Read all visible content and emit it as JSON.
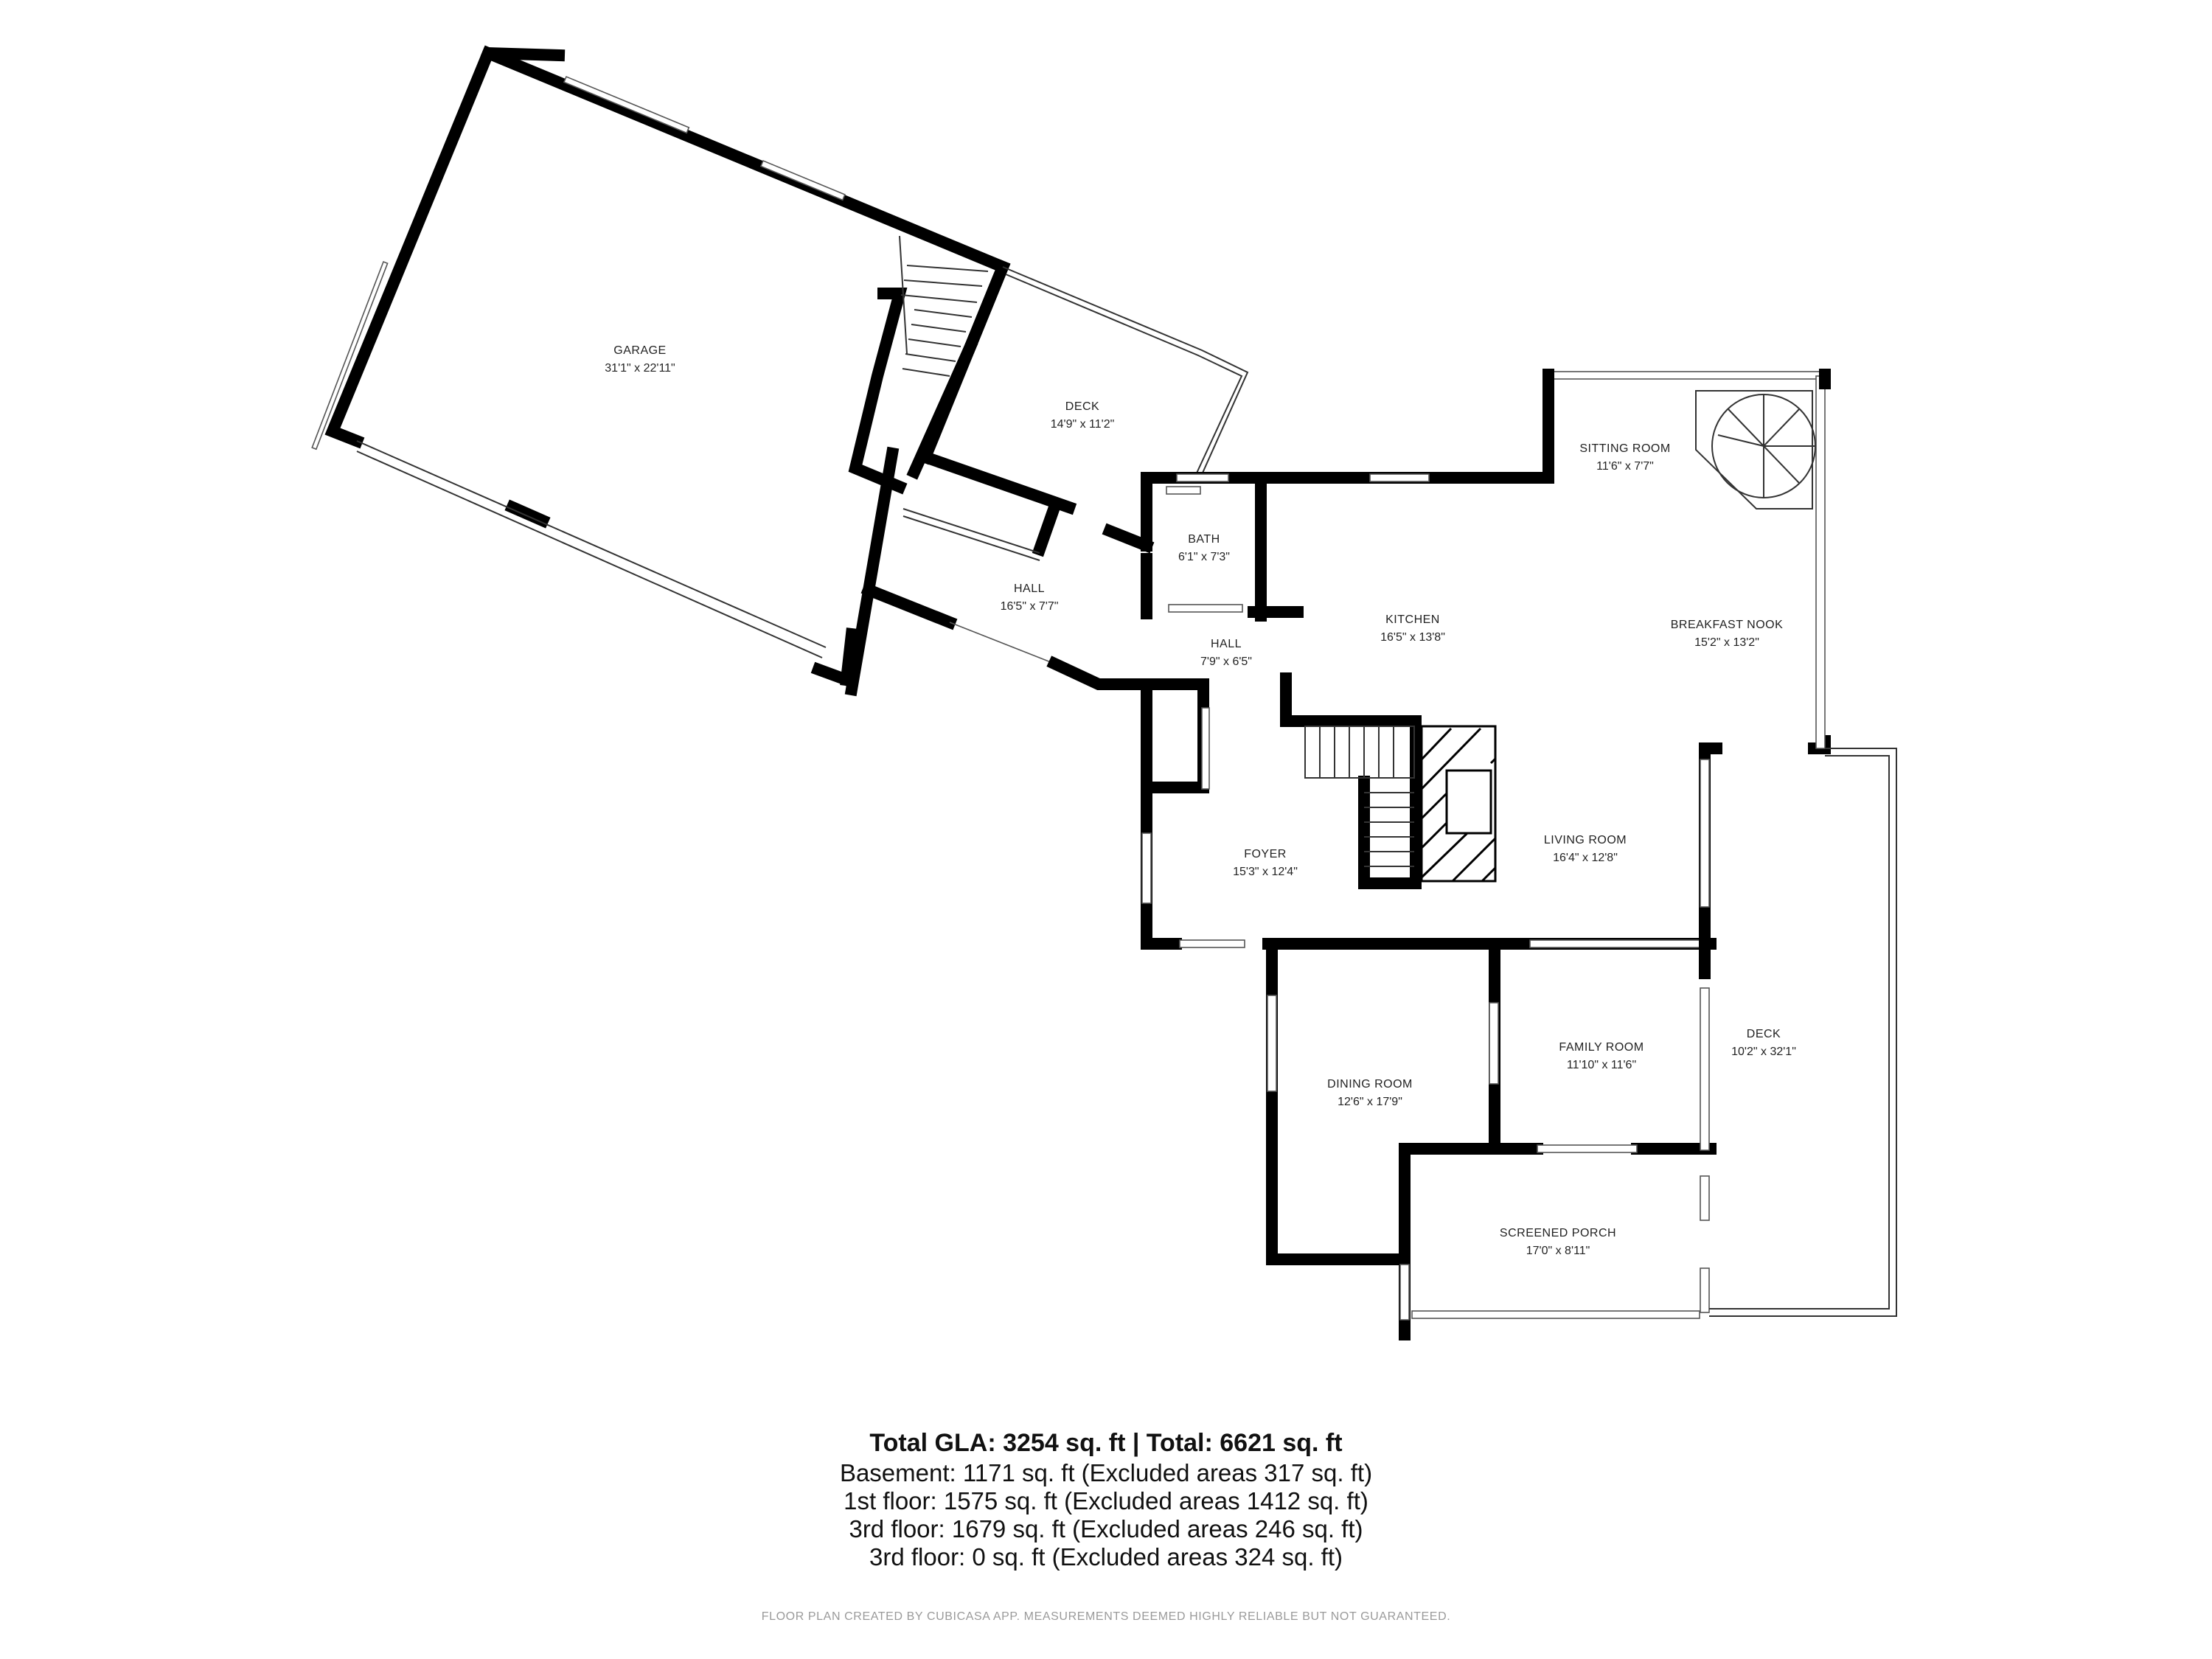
{
  "rooms": {
    "garage": {
      "name": "GARAGE",
      "dim": "31'1\" x 22'11\""
    },
    "deck_upper": {
      "name": "DECK",
      "dim": "14'9\" x 11'2\""
    },
    "sitting_room": {
      "name": "SITTING ROOM",
      "dim": "11'6\" x 7'7\""
    },
    "bath": {
      "name": "BATH",
      "dim": "6'1\" x 7'3\""
    },
    "hall_left": {
      "name": "HALL",
      "dim": "16'5\" x 7'7\""
    },
    "kitchen": {
      "name": "KITCHEN",
      "dim": "16'5\" x 13'8\""
    },
    "breakfast_nook": {
      "name": "BREAKFAST NOOK",
      "dim": "15'2\" x 13'2\""
    },
    "hall_center": {
      "name": "HALL",
      "dim": "7'9\" x 6'5\""
    },
    "foyer": {
      "name": "FOYER",
      "dim": "15'3\" x 12'4\""
    },
    "living_room": {
      "name": "LIVING ROOM",
      "dim": "16'4\" x 12'8\""
    },
    "deck_right": {
      "name": "DECK",
      "dim": "10'2\" x 32'1\""
    },
    "family_room": {
      "name": "FAMILY ROOM",
      "dim": "11'10\" x 11'6\""
    },
    "dining_room": {
      "name": "DINING ROOM",
      "dim": "12'6\" x 17'9\""
    },
    "screened_porch": {
      "name": "SCREENED PORCH",
      "dim": "17'0\" x 8'11\""
    }
  },
  "summary": {
    "total": "Total GLA: 3254 sq. ft | Total: 6621 sq. ft",
    "lines": [
      "Basement: 1171 sq. ft (Excluded areas 317 sq. ft)",
      "1st floor: 1575 sq. ft (Excluded areas 1412 sq. ft)",
      "3rd floor: 1679 sq. ft (Excluded areas 246 sq. ft)",
      "3rd floor: 0 sq. ft (Excluded areas 324 sq. ft)"
    ]
  },
  "footer": "FLOOR PLAN CREATED BY CUBICASA APP. MEASUREMENTS DEEMED HIGHLY RELIABLE BUT NOT GUARANTEED."
}
